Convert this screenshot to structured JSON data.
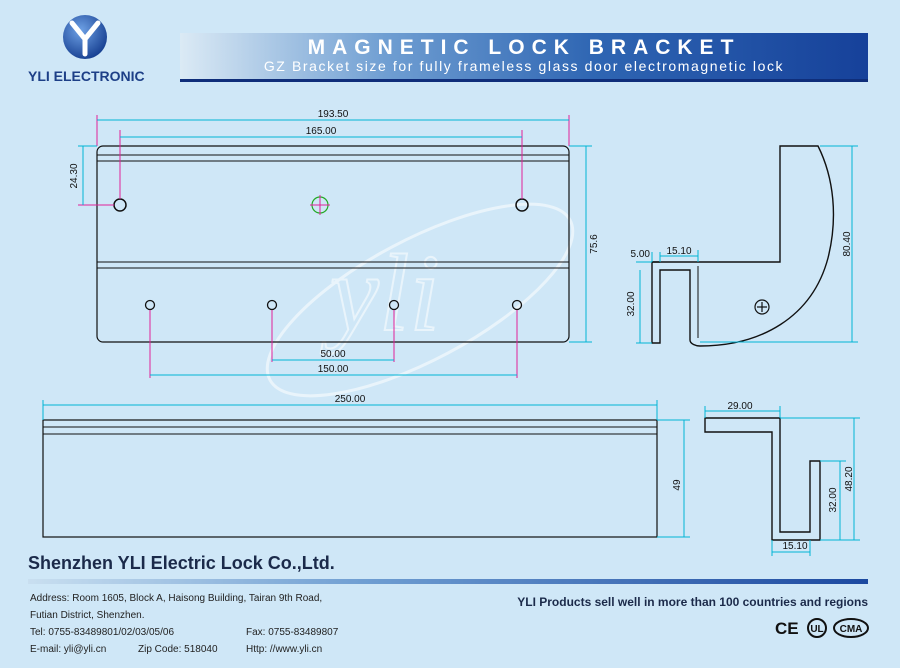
{
  "header": {
    "company_short": "YLI ELECTRONIC",
    "title": "MAGNETIC LOCK BRACKET",
    "subtitle": "GZ Bracket size for fully frameless glass door electromagnetic lock"
  },
  "dimensions": {
    "top_view": {
      "overall_width": "193.50",
      "hole_span_top": "165.00",
      "hole_offset": "24.30",
      "height": "75.6",
      "hole_span_inner": "50.00",
      "hole_span_outer": "150.00"
    },
    "side_view": {
      "flange_width": "5.00",
      "gap_width": "15.10",
      "depth": "32.00",
      "overall_height": "80.40"
    },
    "front_view": {
      "length": "250.00",
      "height": "49"
    },
    "end_view": {
      "top_width": "29.00",
      "depth": "32.00",
      "height": "48.20",
      "gap_width": "15.10"
    }
  },
  "footer": {
    "company_name": "Shenzhen YLI Electric Lock Co.,Ltd.",
    "address_line1": "Address: Room 1605, Block A, Haisong Building, Tairan 9th Road,",
    "address_line2": "Futian District, Shenzhen.",
    "tel": "Tel: 0755-83489801/02/03/05/06",
    "fax": "Fax: 0755-83489807",
    "email": "E-mail: yli@yli.cn",
    "zip": "Zip Code: 518040",
    "web": "Http: //www.yli.cn",
    "slogan": "YLI Products sell well in more than 100 countries and regions",
    "certifications": [
      "CE",
      "UL",
      "CMA"
    ]
  },
  "watermark": "yli",
  "colors": {
    "background": "#cfe7f7",
    "dimension_line": "#00b4d6",
    "hole_marker": "#e0209a",
    "banner": "#16419a"
  }
}
